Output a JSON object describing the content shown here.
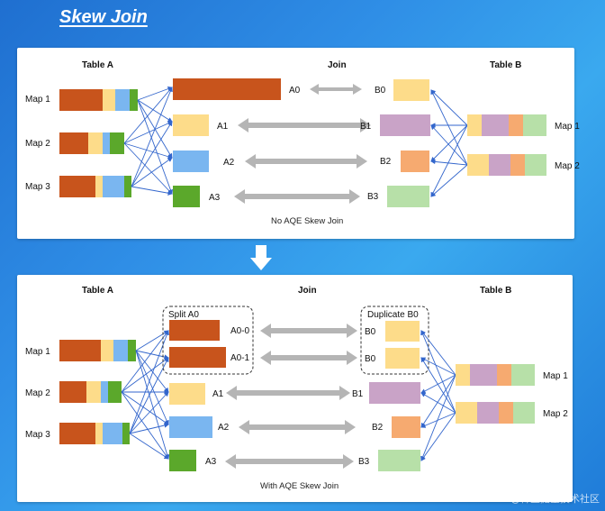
{
  "title": "Skew Join",
  "colors": {
    "orange": "#c8541c",
    "yellow": "#fddc8a",
    "blue": "#7ab6f0",
    "green": "#5ba82b",
    "purple": "#c9a3c7",
    "peach": "#f6aa70",
    "lightgreen": "#b7e0a8",
    "cross": "#3366cc",
    "grayarrow": "#b5b5b5"
  },
  "top": {
    "table_a": "Table A",
    "join": "Join",
    "table_b": "Table B",
    "maps_a": [
      "Map 1",
      "Map 2",
      "Map 3"
    ],
    "maps_b": [
      "Map 1",
      "Map 2"
    ],
    "parts_a": [
      "A0",
      "A1",
      "A2",
      "A3"
    ],
    "parts_b": [
      "B0",
      "B1",
      "B2",
      "B3"
    ],
    "caption": "No AQE Skew Join"
  },
  "bottom": {
    "table_a": "Table A",
    "join": "Join",
    "table_b": "Table B",
    "maps_a": [
      "Map 1",
      "Map 2",
      "Map 3"
    ],
    "maps_b": [
      "Map 1",
      "Map 2"
    ],
    "split_label": "Split A0",
    "duplicate_label": "Duplicate B0",
    "split_parts": [
      "A0-0",
      "A0-1"
    ],
    "dup_parts": [
      "B0",
      "B0"
    ],
    "parts_a": [
      "A1",
      "A2",
      "A3"
    ],
    "parts_b": [
      "B1",
      "B2",
      "B3"
    ],
    "caption": "With AQE Skew Join"
  },
  "watermark": "@稀土掘金技术社区"
}
